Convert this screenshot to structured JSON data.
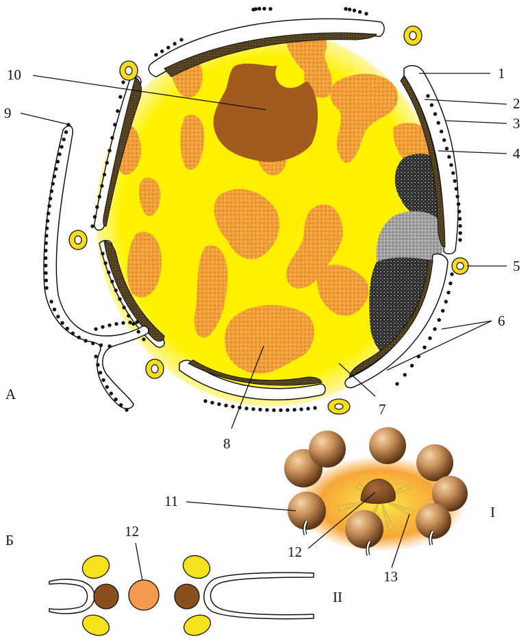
{
  "section_labels": {
    "A": "А",
    "B": "Б",
    "I": "I",
    "II": "II"
  },
  "labels": {
    "n1": "1",
    "n2": "2",
    "n3": "3",
    "n4": "4",
    "n5": "5",
    "n6": "6",
    "n7": "7",
    "n8": "8",
    "n9": "9",
    "n10": "10",
    "n11": "11",
    "n12a": "12",
    "n12b": "12",
    "n13": "13"
  },
  "colors": {
    "nucleoplasm": "#fff000",
    "euchromatin": "#f2a13a",
    "heterochromatin_dots": "#e0662a",
    "nucleolus": "#a35a1e",
    "envelope_outer": "#ffffff",
    "envelope_inner": "#5a4722",
    "ribosome": "#111111",
    "pore_ring": "#f0d628",
    "pore_protein": "#c08a4e",
    "central_granule": "#f29a45",
    "chromatin_dark": "#2a2a2a",
    "chromatin_light": "#9b9b9b"
  }
}
